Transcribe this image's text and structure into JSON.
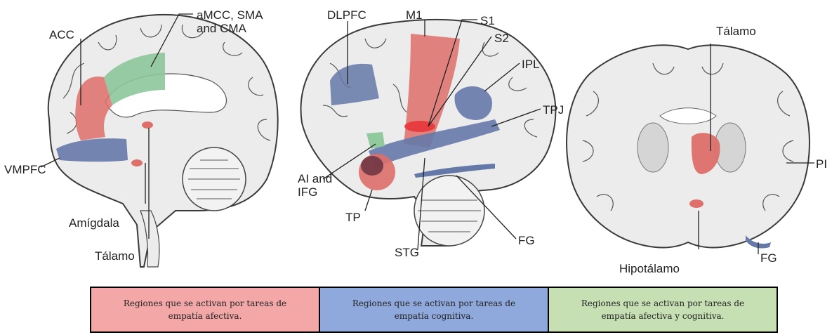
{
  "labels": {
    "acc": "ACC",
    "amcc": "aMCC, SMA\nand CMA",
    "vmpfc": "VMPFC",
    "amigdala": "Amígdala",
    "talamo_left": "Tálamo",
    "dlpfc": "DLPFC",
    "m1": "M1",
    "s1": "S1",
    "s2": "S2",
    "ipl": "IPL",
    "tpj": "TPJ",
    "ai_ifg": "AI and\nIFG",
    "tp": "TP",
    "stg": "STG",
    "fg_middle": "FG",
    "talamo_right": "Tálamo",
    "pi": "PI",
    "hipotalamo": "Hipotálamo",
    "fg_right": "FG"
  },
  "legend": [
    {
      "text": "Regiones que se activan por tareas de empatía afectiva.",
      "color": "#f4a7a7"
    },
    {
      "text": "Regiones que se activan por tareas de empatía cognitiva.",
      "color": "#8fa9dc"
    },
    {
      "text": "Regiones que se activan por tareas de empatía afectiva y cognitiva.",
      "color": "#c6e0b4"
    }
  ],
  "colors": {
    "affective": "#de6f6a",
    "cognitive": "#6579a8",
    "both": "#8cc79a",
    "brain_fill": "#ececec",
    "brain_outline": "#3a3a3a"
  }
}
